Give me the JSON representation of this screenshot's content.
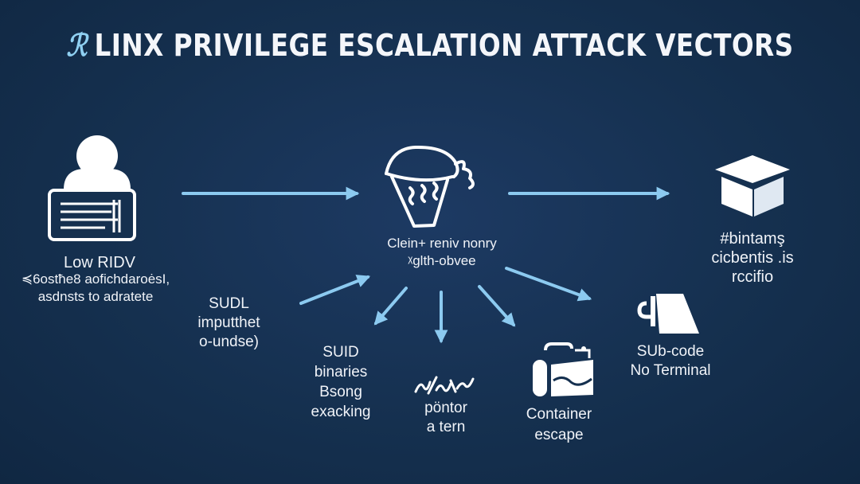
{
  "title": "LINX PRIVILEGE ESCALATION ATTACK VECTORS",
  "title_logo": "ℛ",
  "colors": {
    "background": "#15304f",
    "arrow": "#8ccaf0",
    "icon": "#ffffff",
    "accent": "#8fd0f2"
  },
  "nodes": {
    "low_priv": {
      "icon": "user-terminal-icon",
      "lines": [
        "Low RIDV",
        "≼6ostħe8 aofichdaroėsI,",
        "asdnsts to adratete"
      ]
    },
    "center": {
      "icon": "bucket-icon",
      "lines": [
        "Clein+ reniv nonry",
        "ᵡglth-obvee"
      ]
    },
    "root": {
      "icon": "cube-icon",
      "lines": [
        "#bintamş",
        "cicbentis .is",
        "rccifio"
      ]
    },
    "sudl": {
      "lines": [
        "SUDL",
        "imputthet",
        "o-undse)"
      ]
    },
    "suid": {
      "lines": [
        "SUID",
        "binaries",
        "Bsong",
        "exacking"
      ]
    },
    "pontor": {
      "icon": "scribble-icon",
      "lines": [
        "pöntor",
        "a tern"
      ]
    },
    "container": {
      "icon": "container-icon",
      "lines": [
        "Container",
        "escape"
      ]
    },
    "subcode": {
      "icon": "document-icon",
      "lines": [
        "SUb-code",
        "No Terminal"
      ]
    }
  }
}
